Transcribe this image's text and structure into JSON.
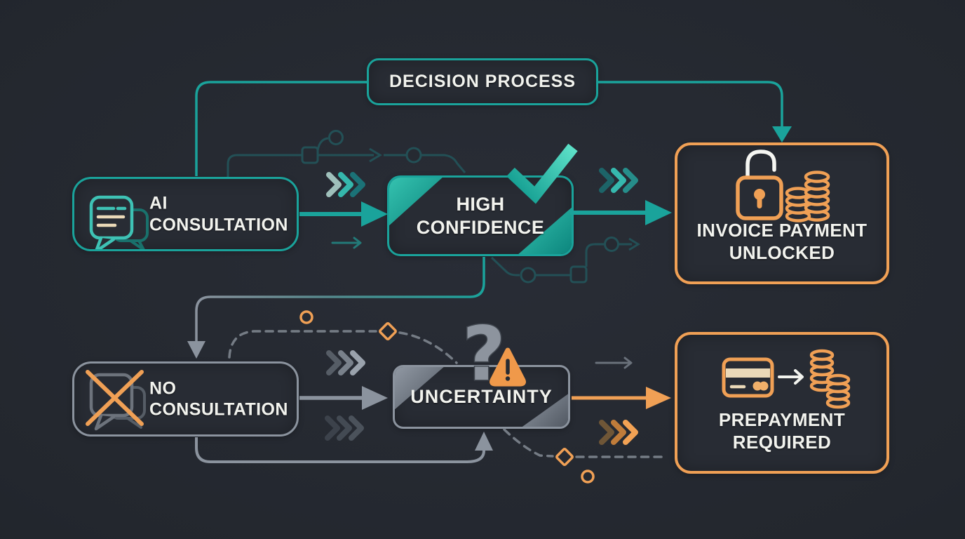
{
  "diagram_title": "DECISION PROCESS",
  "colors": {
    "bg": "#262a32",
    "box": "#282c34",
    "teal": "#1aa39b",
    "teal-bright": "#49d3bd",
    "teal-dim": "#235056",
    "orange": "#f0a055",
    "gray": "#8b939e",
    "gray-dim": "#5b626c",
    "text": "#f2f3ee",
    "cream": "#ead9b8"
  },
  "nodes": {
    "decision": {
      "label": "DECISION PROCESS"
    },
    "ai_consultation": {
      "line1": "AI",
      "line2": "CONSULTATION"
    },
    "high_confidence": {
      "line1": "HIGH",
      "line2": "CONFIDENCE"
    },
    "invoice_unlocked": {
      "line1": "INVOICE PAYMENT",
      "line2": "UNLOCKED"
    },
    "no_consultation": {
      "line1": "NO",
      "line2": "CONSULTATION"
    },
    "uncertainty": {
      "label": "UNCERTAINTY"
    },
    "prepayment": {
      "line1": "PREPAYMENT",
      "line2": "REQUIRED"
    }
  },
  "icons": {
    "chat-bubbles-icon": "speech bubbles with text lines (AI consultation)",
    "chat-bubbles-crossed-icon": "speech bubbles crossed out with orange X (no consultation)",
    "checkmark-icon": "large teal check mark (high confidence)",
    "question-mark-icon": "gray question mark (uncertainty)",
    "warning-triangle-icon": "orange warning triangle with exclamation",
    "padlock-open-icon": "unlocked padlock (invoice payment unlocked)",
    "coin-stacks-icon": "stacked coins",
    "credit-card-icon": "credit card",
    "card-to-coins-arrow-icon": "white arrow from card to coins"
  },
  "edges": [
    {
      "from": "decision",
      "to": "ai_consultation",
      "style": "solid",
      "color": "teal"
    },
    {
      "from": "decision",
      "to": "invoice_unlocked",
      "style": "solid-arrow",
      "color": "teal"
    },
    {
      "from": "ai_consultation",
      "to": "high_confidence",
      "style": "solid-arrow",
      "color": "teal"
    },
    {
      "from": "high_confidence",
      "to": "invoice_unlocked",
      "style": "solid-arrow",
      "color": "teal"
    },
    {
      "from": "high_confidence",
      "to": "no_consultation",
      "style": "solid-arrow",
      "color": "teal-to-gray"
    },
    {
      "from": "no_consultation",
      "to": "uncertainty",
      "style": "solid-arrow",
      "color": "gray"
    },
    {
      "from": "no_consultation",
      "to": "uncertainty",
      "style": "loop-up-arrow",
      "color": "gray"
    },
    {
      "from": "uncertainty",
      "to": "prepayment",
      "style": "solid-arrow",
      "color": "orange"
    },
    {
      "from": "uncertainty",
      "to": "prepayment",
      "style": "dashed",
      "color": "gray"
    }
  ]
}
